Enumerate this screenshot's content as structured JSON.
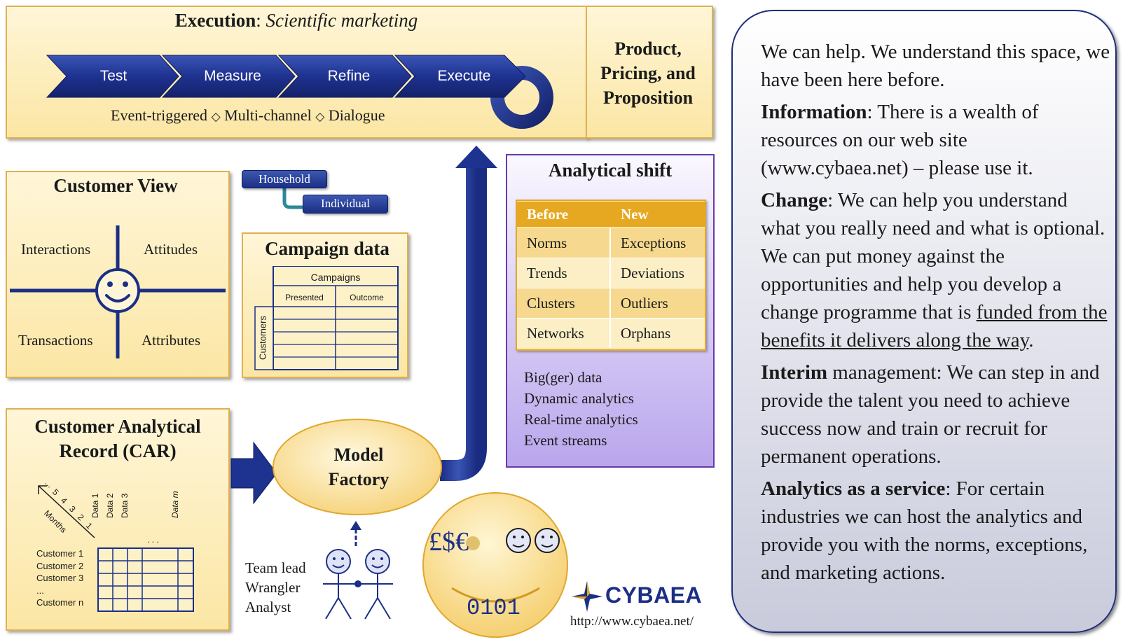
{
  "execution": {
    "title_bold": "Execution",
    "title_rest": ": ",
    "title_italic": "Scientific marketing",
    "steps": [
      "Test",
      "Measure",
      "Refine",
      "Execute"
    ],
    "bullet_1": "Event-triggered",
    "bullet_2": "Multi-channel",
    "bullet_3": "Dialogue",
    "separator": "◇"
  },
  "ppp": {
    "line1": "Product,",
    "line2": "Pricing, and",
    "line3": "Proposition"
  },
  "customer_view": {
    "title": "Customer View",
    "interactions": "Interactions",
    "attitudes": "Attitudes",
    "transactions": "Transactions",
    "attributes": "Attributes"
  },
  "hierarchy": {
    "household": "Household",
    "individual": "Individual"
  },
  "campaign_data": {
    "title": "Campaign data",
    "campaigns": "Campaigns",
    "presented": "Presented",
    "outcome": "Outcome",
    "customers": "Customers"
  },
  "car": {
    "title_line1": "Customer Analytical",
    "title_line2": "Record (CAR)",
    "months_label": "Months",
    "month_ticks": [
      "1",
      "2",
      "3",
      "4",
      "5",
      "..."
    ],
    "data_cols": [
      "Data 1",
      "Data 2",
      "Data 3",
      ". . .",
      "Data m"
    ],
    "customers": [
      "Customer 1",
      "Customer 2",
      "Customer 3",
      "...",
      "Customer n"
    ]
  },
  "model_factory": {
    "line1": "Model",
    "line2": "Factory"
  },
  "team": {
    "line1": "Team lead",
    "line2": "Wrangler",
    "line3": "Analyst"
  },
  "analytical_shift": {
    "title": "Analytical shift",
    "header_before": "Before",
    "header_new": "New",
    "rows": [
      {
        "before": "Norms",
        "new": "Exceptions"
      },
      {
        "before": "Trends",
        "new": "Deviations"
      },
      {
        "before": "Clusters",
        "new": "Outliers"
      },
      {
        "before": "Networks",
        "new": "Orphans"
      }
    ],
    "list": [
      "Big(ger) data",
      "Dynamic analytics",
      "Real-time analytics",
      "Event streams"
    ]
  },
  "face": {
    "currency": "£$€",
    "binary": "0101"
  },
  "logo": {
    "name": "CYBAEA",
    "url": "http://www.cybaea.net/"
  },
  "info": {
    "intro": "We can help.  We understand this space, we have been here before.",
    "information_label": "Information",
    "information_text": ": There is a wealth of resources on our web site (www.cybaea.net) – please use it.",
    "change_label": "Change",
    "change_text": ": We can help you understand what you really need and what is optional.  We can put money against the opportunities and help you develop a change programme that is ",
    "change_underline": "funded from the benefits it delivers along the way",
    "change_end": ".",
    "interim_label": "Interim",
    "interim_text": " management: We can step in and provide the talent you need to achieve success now and train or recruit for permanent operations.",
    "aas_label": "Analytics as a service",
    "aas_text": ": For certain industries we can host the analytics and provide you with the norms, exceptions, and marketing actions."
  },
  "colors": {
    "navy": "#1b2f86",
    "panel_fill": "#fbe6a4",
    "panel_border": "#e0b050",
    "shift_fill": "#d9d0f4",
    "shift_border": "#6a3aa8",
    "table_header": "#e5a820"
  }
}
